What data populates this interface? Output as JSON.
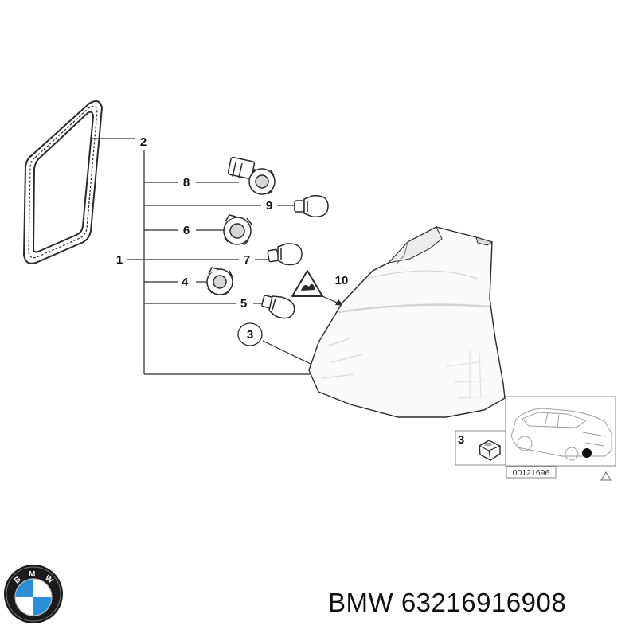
{
  "callouts": {
    "c1": "1",
    "c2": "2",
    "c3": "3",
    "c4": "4",
    "c5": "5",
    "c6": "6",
    "c7": "7",
    "c8": "8",
    "c9": "9",
    "c10": "10"
  },
  "inset": {
    "number": "3",
    "code": "00121696"
  },
  "brand": {
    "logo_letters": "BMW",
    "caption": "BMW 63216916908"
  },
  "colors": {
    "line": "#2a2a2a",
    "logo_blue": "#2a8fd6",
    "logo_ring": "#1a1a1a"
  }
}
